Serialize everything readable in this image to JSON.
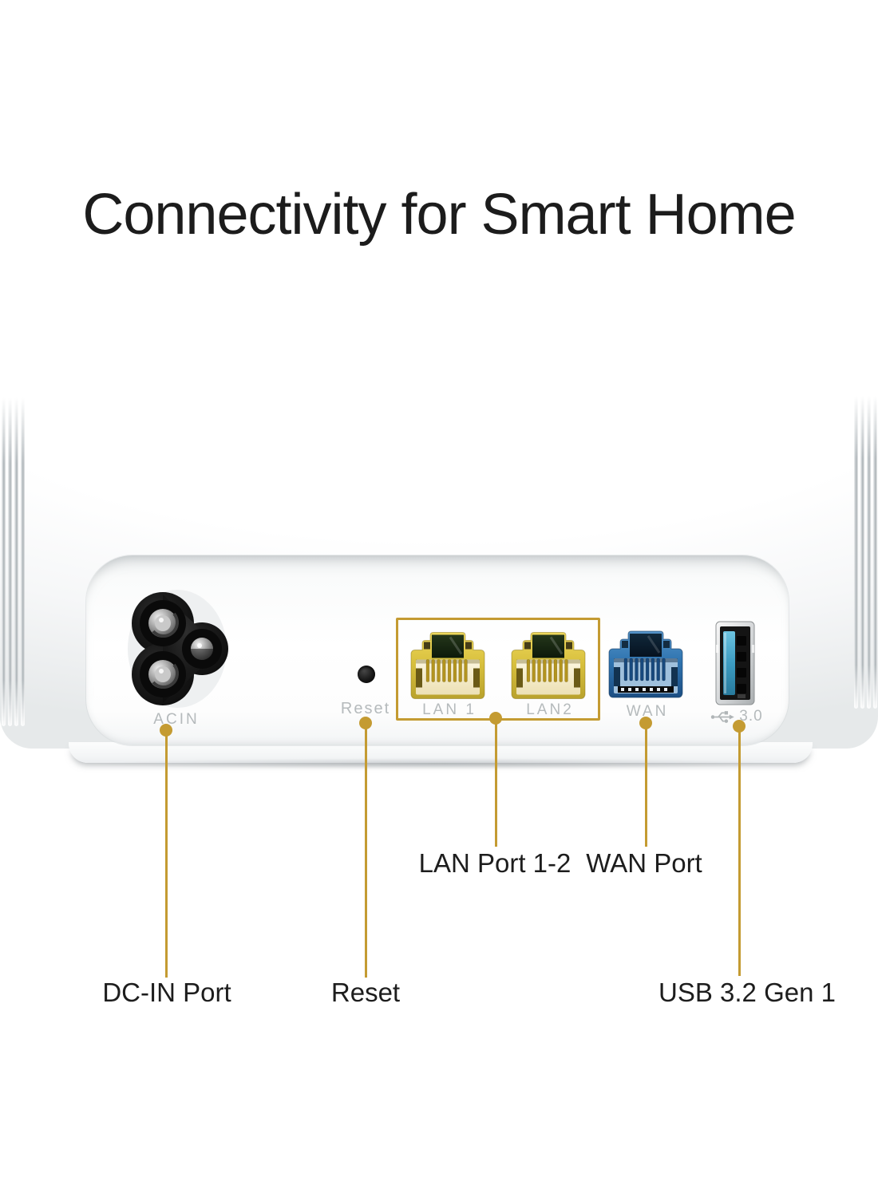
{
  "title": "Connectivity for Smart Home",
  "device": {
    "panel_labels": {
      "acin": "ACIN",
      "reset": "Reset",
      "lan1": "LAN 1",
      "lan2": "LAN2",
      "wan": "WAN",
      "usb": "3.0"
    }
  },
  "callouts": {
    "dc_in": {
      "label": "DC-IN Port"
    },
    "reset": {
      "label": "Reset"
    },
    "lan": {
      "label": "LAN Port 1-2"
    },
    "wan": {
      "label": "WAN Port"
    },
    "usb": {
      "label": "USB 3.2 Gen 1"
    }
  },
  "colors": {
    "callout_gold": "#C49B32",
    "lan_yellow": "#D9C13E",
    "wan_blue": "#2F74B0",
    "usb_blue": "#3C9CC2",
    "panel_label_gray": "#B5BABC",
    "text_black": "#1C1C1C"
  }
}
